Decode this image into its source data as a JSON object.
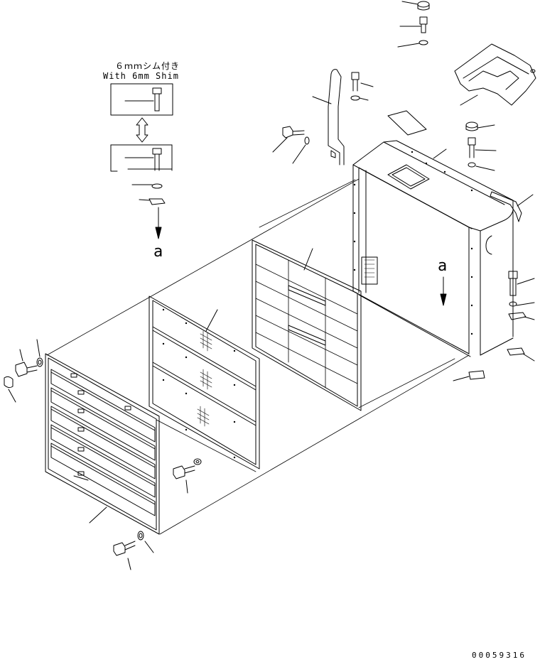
{
  "labels": {
    "shim_jp": "６ｍｍシム付き",
    "shim_en": "With 6mm Shim",
    "detail_ref_left": "a",
    "detail_ref_right": "a",
    "drawing_number": "00059316"
  },
  "colors": {
    "line": "#000000",
    "background": "#ffffff"
  }
}
